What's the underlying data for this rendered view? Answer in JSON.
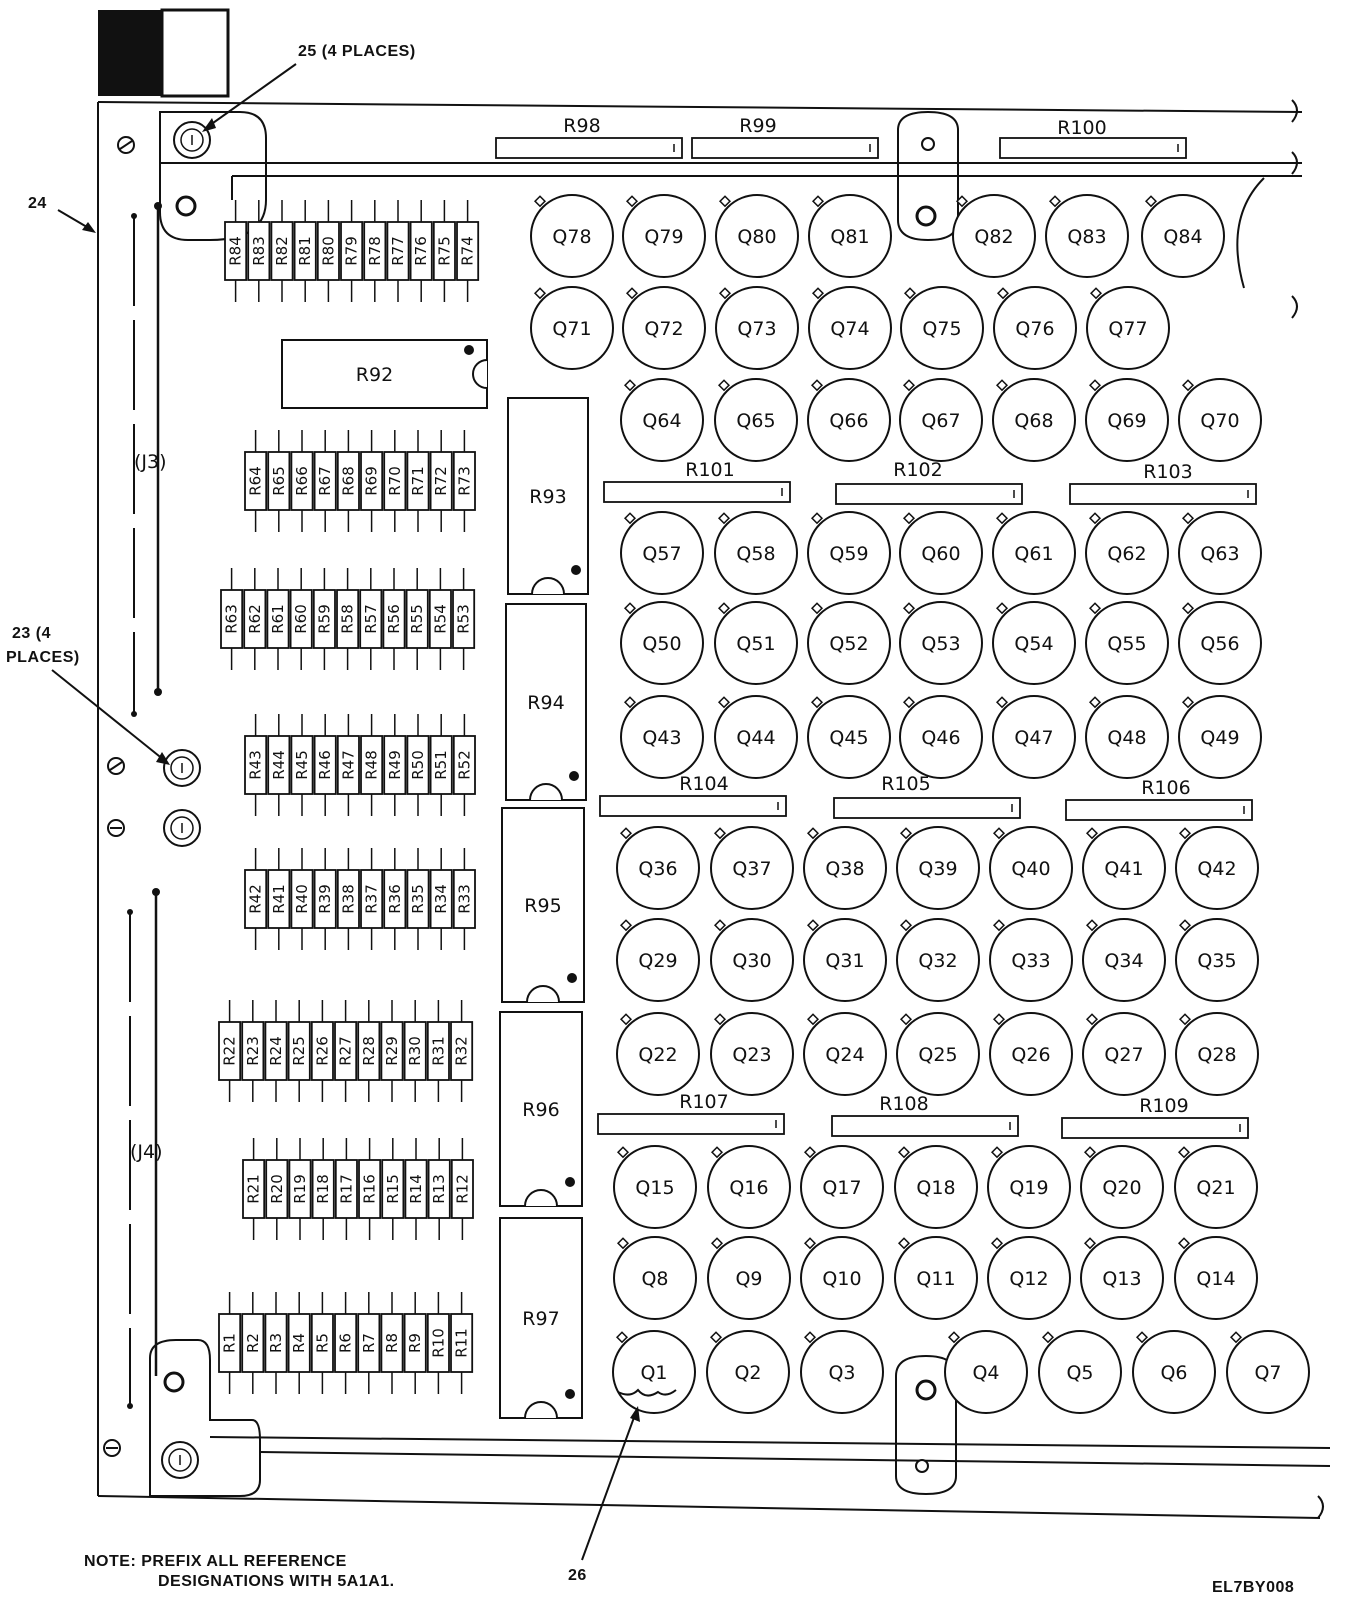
{
  "callouts": {
    "c25": "25 (4 PLACES)",
    "c24": "24",
    "c23_a": "23 (4",
    "c23_b": "PLACES)",
    "c26": "26",
    "j3": "(J3)",
    "j4": "(J4)"
  },
  "note": {
    "line1": "NOTE:  PREFIX ALL REFERENCE",
    "line2": "DESIGNATIONS WITH 5A1A1."
  },
  "figure_id": "EL7BY008",
  "transistors": [
    [
      "Q78",
      "Q79",
      "Q80",
      "Q81",
      "Q82",
      "Q83",
      "Q84"
    ],
    [
      "Q71",
      "Q72",
      "Q73",
      "Q74",
      "Q75",
      "Q76",
      "Q77"
    ],
    [
      "Q64",
      "Q65",
      "Q66",
      "Q67",
      "Q68",
      "Q69",
      "Q70"
    ],
    [
      "Q57",
      "Q58",
      "Q59",
      "Q60",
      "Q61",
      "Q62",
      "Q63"
    ],
    [
      "Q50",
      "Q51",
      "Q52",
      "Q53",
      "Q54",
      "Q55",
      "Q56"
    ],
    [
      "Q43",
      "Q44",
      "Q45",
      "Q46",
      "Q47",
      "Q48",
      "Q49"
    ],
    [
      "Q36",
      "Q37",
      "Q38",
      "Q39",
      "Q40",
      "Q41",
      "Q42"
    ],
    [
      "Q29",
      "Q30",
      "Q31",
      "Q32",
      "Q33",
      "Q34",
      "Q35"
    ],
    [
      "Q22",
      "Q23",
      "Q24",
      "Q25",
      "Q26",
      "Q27",
      "Q28"
    ],
    [
      "Q15",
      "Q16",
      "Q17",
      "Q18",
      "Q19",
      "Q20",
      "Q21"
    ],
    [
      "Q8",
      "Q9",
      "Q10",
      "Q11",
      "Q12",
      "Q13",
      "Q14"
    ],
    [
      "Q1",
      "Q2",
      "Q3",
      "Q4",
      "Q5",
      "Q6",
      "Q7"
    ]
  ],
  "resistor_banks": [
    [
      "R84",
      "R83",
      "R82",
      "R81",
      "R80",
      "R79",
      "R78",
      "R77",
      "R76",
      "R75",
      "R74"
    ],
    [
      "R64",
      "R65",
      "R66",
      "R67",
      "R68",
      "R69",
      "R70",
      "R71",
      "R72",
      "R73"
    ],
    [
      "R63",
      "R62",
      "R61",
      "R60",
      "R59",
      "R58",
      "R57",
      "R56",
      "R55",
      "R54",
      "R53"
    ],
    [
      "R43",
      "R44",
      "R45",
      "R46",
      "R47",
      "R48",
      "R49",
      "R50",
      "R51",
      "R52"
    ],
    [
      "R42",
      "R41",
      "R40",
      "R39",
      "R38",
      "R37",
      "R36",
      "R35",
      "R34",
      "R33"
    ],
    [
      "R22",
      "R23",
      "R24",
      "R25",
      "R26",
      "R27",
      "R28",
      "R29",
      "R30",
      "R31",
      "R32"
    ],
    [
      "R21",
      "R20",
      "R19",
      "R18",
      "R17",
      "R16",
      "R15",
      "R14",
      "R13",
      "R12"
    ],
    [
      "R1",
      "R2",
      "R3",
      "R4",
      "R5",
      "R6",
      "R7",
      "R8",
      "R9",
      "R10",
      "R11"
    ]
  ],
  "networks": [
    "R92",
    "R93",
    "R94",
    "R95",
    "R96",
    "R97"
  ],
  "strips": [
    "R98",
    "R99",
    "R100",
    "R101",
    "R102",
    "R103",
    "R104",
    "R105",
    "R106",
    "R107",
    "R108",
    "R109"
  ]
}
